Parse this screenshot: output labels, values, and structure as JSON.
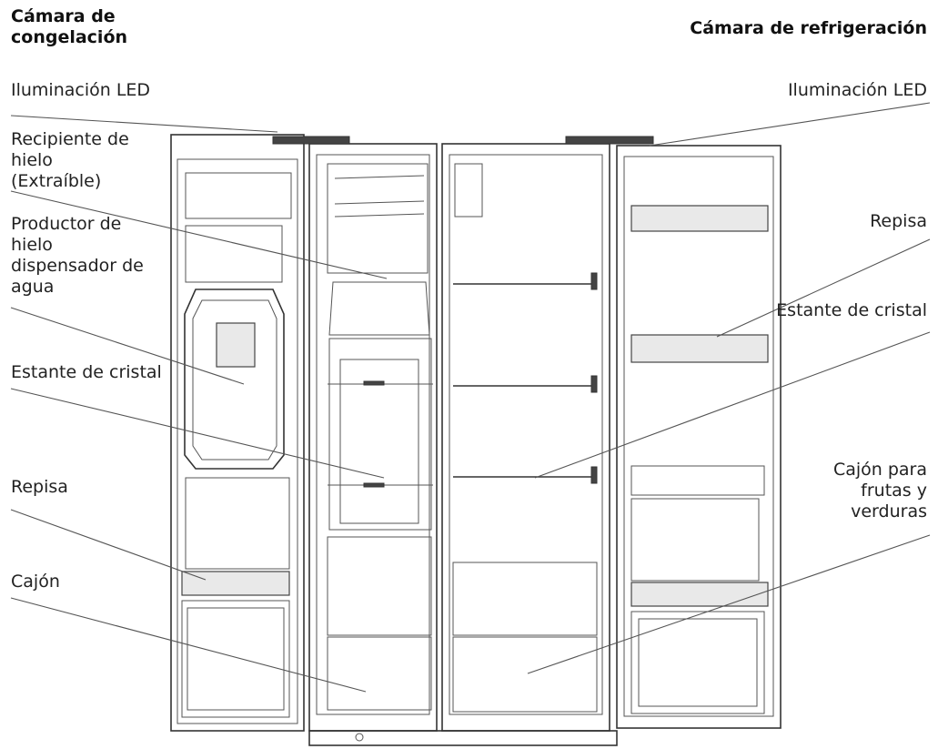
{
  "headings": {
    "freezer": "Cámara de\n    congelación",
    "fridge": "Cámara de refrigeración"
  },
  "left_labels": {
    "led": "Iluminación LED",
    "ice_container": "Recipiente de\nhielo\n(Extraíble)",
    "ice_maker": "Productor de\nhielo\ndispensador de\nagua",
    "glass_shelf": "Estante de cristal",
    "door_shelf": "Repisa",
    "drawer": "Cajón"
  },
  "right_labels": {
    "led": "Iluminación LED",
    "door_shelf": "Repisa",
    "glass_shelf": "Estante de cristal",
    "crisper": "Cajón para\nfrutas y\nverduras"
  }
}
